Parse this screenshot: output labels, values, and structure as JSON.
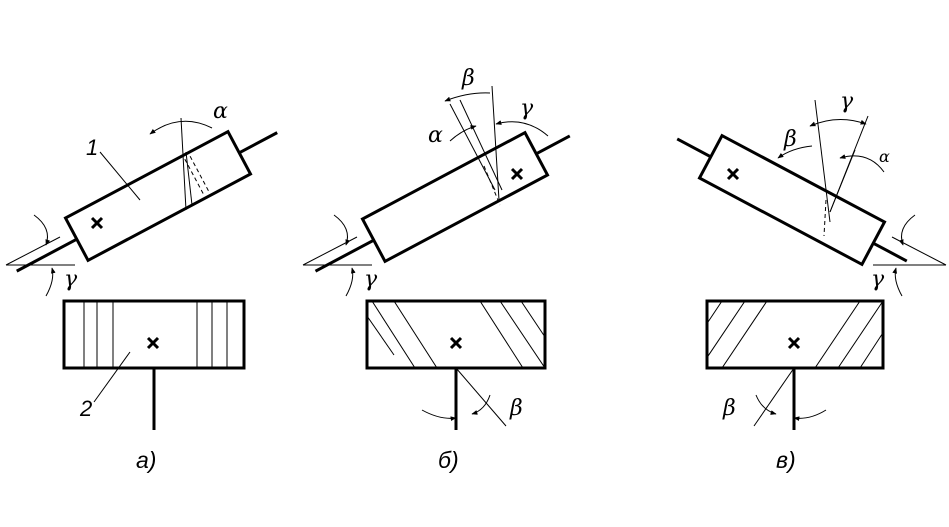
{
  "panels": [
    {
      "caption": "а)",
      "top_labels": {
        "alpha": "α",
        "gamma": "γ"
      },
      "leaders": {
        "top": "1",
        "bottom": "2"
      },
      "bottom_labels": {}
    },
    {
      "caption": "б)",
      "top_labels": {
        "alpha": "α",
        "beta": "β",
        "gamma_top": "γ",
        "gamma": "γ"
      },
      "bottom_labels": {
        "beta": "β"
      }
    },
    {
      "caption": "в)",
      "top_labels": {
        "beta": "β",
        "gamma_top": "γ",
        "alpha": "α",
        "gamma": "γ"
      },
      "bottom_labels": {
        "beta": "β"
      }
    }
  ]
}
